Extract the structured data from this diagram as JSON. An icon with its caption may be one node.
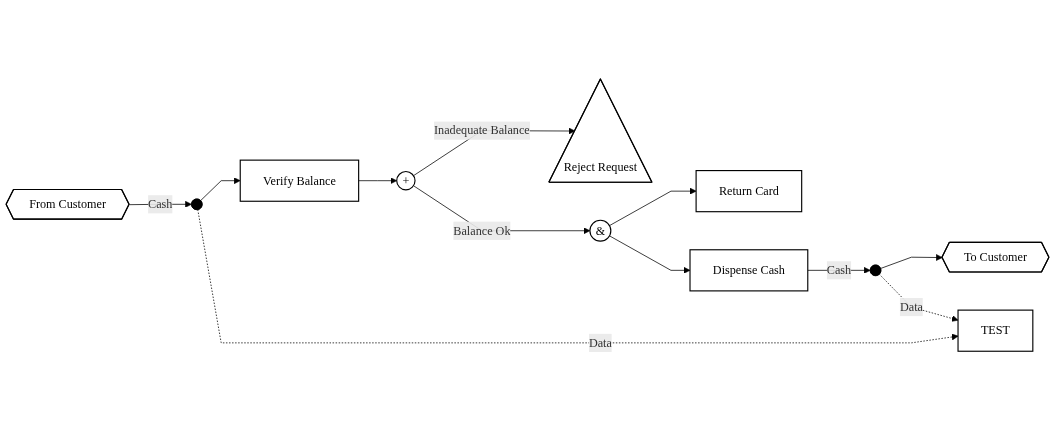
{
  "diagram": {
    "nodes": [
      {
        "text": [
          "From Customer"
        ]
      },
      {
        "text": [],
        "shape": "circle"
      },
      {
        "text": [
          "Verify Balance"
        ]
      },
      {
        "text": [
          "+"
        ]
      },
      {
        "text": [
          "Reject Request"
        ]
      },
      {
        "text": [
          "&"
        ]
      },
      {
        "text": [
          "Return Card"
        ]
      },
      {
        "text": [
          "Dispense Cash"
        ]
      },
      {
        "text": [],
        "shape": "circle"
      },
      {
        "text": [
          "To Customer"
        ]
      },
      {
        "text": [
          "TEST"
        ]
      }
    ],
    "edges": [
      {
        "from": 0,
        "to": 1,
        "arrow": "to",
        "label": "Cash"
      },
      {
        "from": 1,
        "to": 2,
        "arrow": "to"
      },
      {
        "from": 2,
        "to": 3,
        "arrow": "to"
      },
      {
        "from": 3,
        "to": 4,
        "arrow": "to",
        "label": "Inadequate Balance"
      },
      {
        "from": 3,
        "to": 5,
        "arrow": "to",
        "label": "Balance Ok"
      },
      {
        "from": 5,
        "to": 6,
        "arrow": "to"
      },
      {
        "from": 5,
        "to": 7,
        "arrow": "to"
      },
      {
        "from": 7,
        "to": 8,
        "arrow": "to",
        "label": "Cash"
      },
      {
        "from": 8,
        "to": 9,
        "arrow": "to"
      },
      {
        "from": 1,
        "to": 10,
        "arrow": "to",
        "label": "Data",
        "style": "dashed"
      },
      {
        "from": 8,
        "to": 10,
        "arrow": "to",
        "label": "Data",
        "style": "dashed"
      }
    ]
  }
}
